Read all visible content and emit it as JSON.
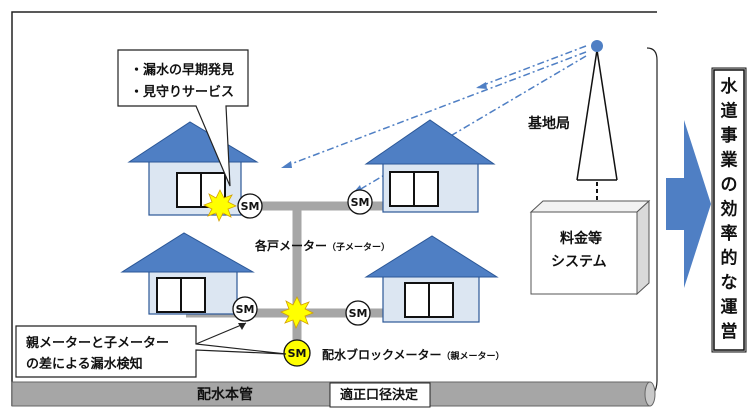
{
  "callout_top": {
    "line1": "・漏水の早期発見",
    "line2": "・見守りサービス"
  },
  "base_station": "基地局",
  "billing_system": {
    "line1": "料金等",
    "line2": "システム"
  },
  "meter_label": "SM",
  "household_meter": {
    "main": "各戸メーター",
    "sub": "（子メーター）"
  },
  "block_meter": {
    "main": "配水ブロックメーター",
    "sub": "（親メーター）"
  },
  "callout_bottom": {
    "line1": "親メーターと子メーター",
    "line2": "の差による漏水検知"
  },
  "main_pipe": "配水本管",
  "diameter_box": "適正口径決定",
  "result_chars": [
    "水",
    "道",
    "事",
    "業",
    "の",
    "効",
    "率",
    "的",
    "な",
    "運",
    "営"
  ],
  "colors": {
    "roof": "#4f7fc4",
    "roof_stroke": "#2b5797",
    "wall": "#dce6f2",
    "pipe": "#a6a6a6",
    "block_meter_fill": "#ffff00",
    "arrow": "#4f7fc4",
    "signal": "#4f7fc4",
    "leak_burst": "#ffff00"
  }
}
